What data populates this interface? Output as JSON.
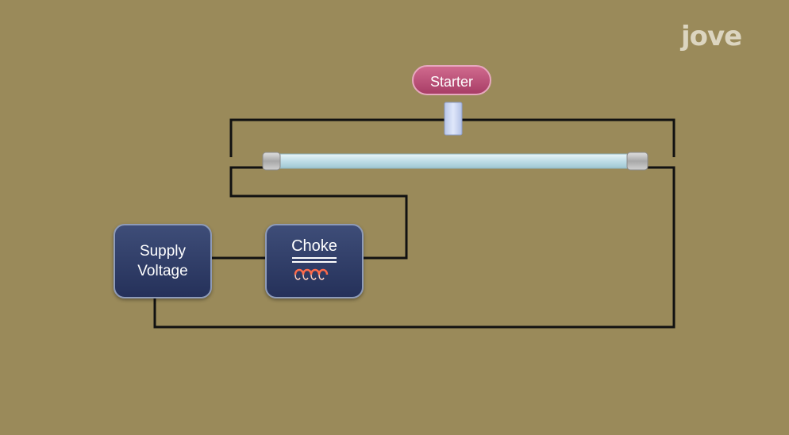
{
  "logo": {
    "text": "jove"
  },
  "labels": {
    "starter": "Starter",
    "supply_line1": "Supply",
    "supply_line2": "Voltage",
    "choke": "Choke"
  },
  "colors": {
    "background": "#9a8a5a",
    "wire": "#111111",
    "box_fill": "#2f3c66",
    "starter_fill": "#b84a72",
    "tube": "#cfe7ee",
    "coil_glow": "#ff3a2a"
  },
  "icons": [
    "coil-icon",
    "starter-switch-icon",
    "fluorescent-tube-icon"
  ]
}
